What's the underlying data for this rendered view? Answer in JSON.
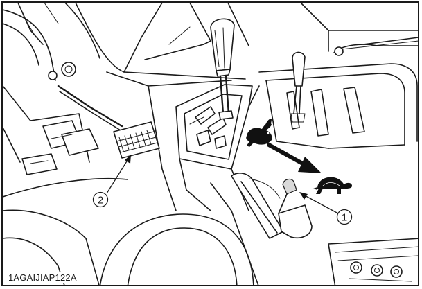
{
  "figure": {
    "code": "1AGAIJIAP122A"
  },
  "callouts": [
    {
      "number": "1",
      "glyph": "①"
    },
    {
      "number": "2",
      "glyph": "②"
    }
  ],
  "icons": {
    "fast": "rabbit-icon",
    "slow": "turtle-icon"
  }
}
